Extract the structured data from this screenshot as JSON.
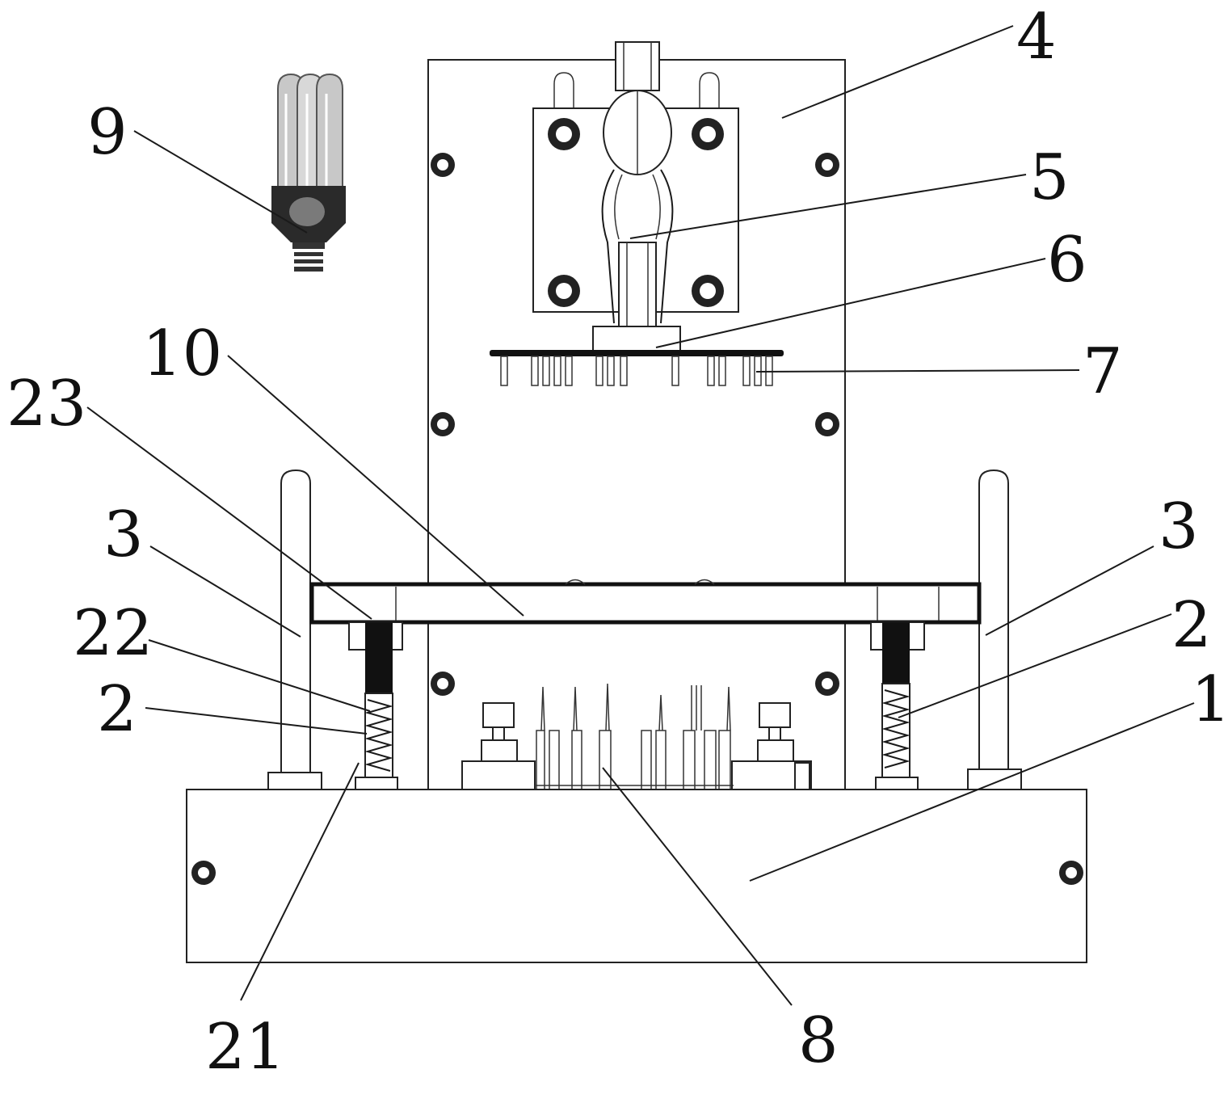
{
  "labels": {
    "l1": "1",
    "l2_left": "2",
    "l2_right": "2",
    "l3_left": "3",
    "l3_right": "3",
    "l4": "4",
    "l5": "5",
    "l6": "6",
    "l7": "7",
    "l8": "8",
    "l9": "9",
    "l10": "10",
    "l21": "21",
    "l22": "22",
    "l23": "23"
  }
}
